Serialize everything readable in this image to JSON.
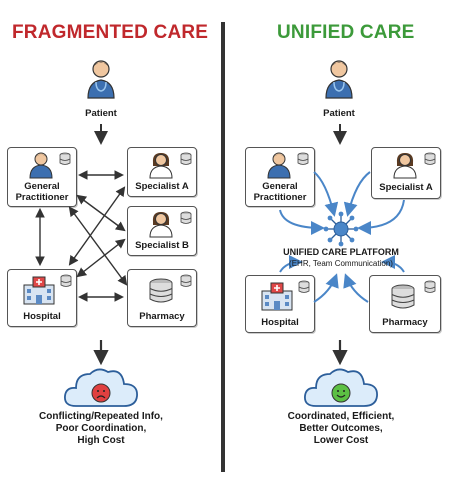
{
  "left": {
    "title": "FRAGMENTED CARE",
    "patient": "Patient",
    "gp": [
      "General",
      "Practitioner"
    ],
    "specialist_a": "Specialist A",
    "specialist_b": "Specialist B",
    "hospital": "Hospital",
    "pharmacy": "Pharmacy",
    "outcome": [
      "Conflicting/Repeated Info,",
      "Poor Coordination,",
      "High Cost"
    ]
  },
  "right": {
    "title": "UNIFIED CARE",
    "patient": "Patient",
    "gp": [
      "General",
      "Practitioner"
    ],
    "specialist_a": "Specialist A",
    "platform_title": "UNIFIED CARE PLATFORM",
    "platform_sub": "(EHR, Team Communication)",
    "hospital": "Hospital",
    "pharmacy": "Pharmacy",
    "outcome": [
      "Coordinated, Efficient,",
      "Better Outcomes,",
      "Lower Cost"
    ]
  },
  "colors": {
    "fragmented": "#c0282c",
    "unified": "#3c9a3a",
    "arrow_blue": "#4a86c8",
    "sad_face": "#e04040",
    "happy_face": "#5cc043",
    "cloud_fill": "#dcecfa",
    "cloud_stroke": "#2c5e9a"
  }
}
